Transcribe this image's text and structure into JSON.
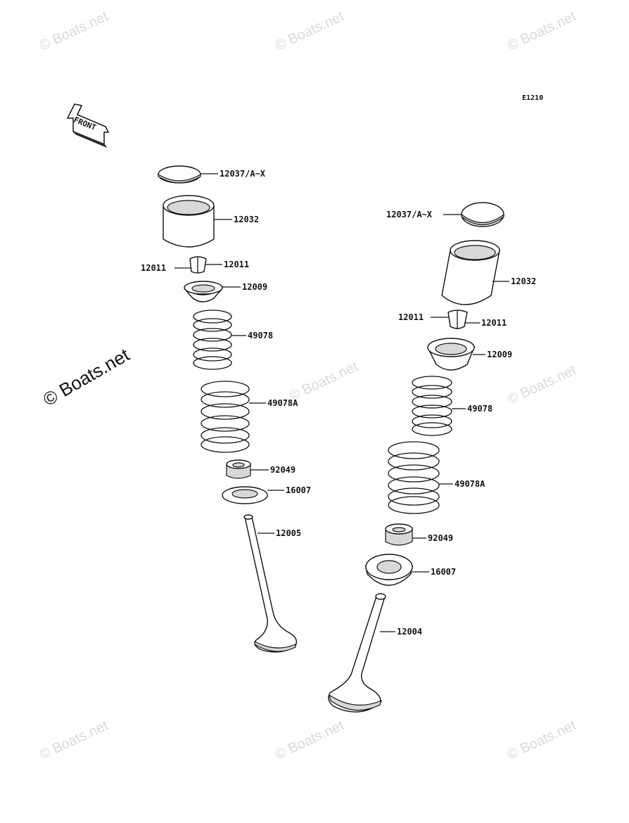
{
  "diagram_code": "E1210",
  "front_marker": "FRONT",
  "watermark_text": "© Boats.net",
  "watermark_main": "© Boats.net",
  "left_assembly": {
    "shim": "12037/A~X",
    "tappet": "12032",
    "cotter_left": "12011",
    "cotter_right": "12011",
    "retainer": "12009",
    "inner_spring": "49078",
    "outer_spring": "49078A",
    "seal": "92049",
    "spring_seat": "16007",
    "valve": "12005"
  },
  "right_assembly": {
    "shim": "12037/A~X",
    "tappet": "12032",
    "cotter_left": "12011",
    "cotter_right": "12011",
    "retainer": "12009",
    "inner_spring": "49078",
    "outer_spring": "49078A",
    "seal": "92049",
    "spring_seat": "16007",
    "valve": "12004"
  }
}
